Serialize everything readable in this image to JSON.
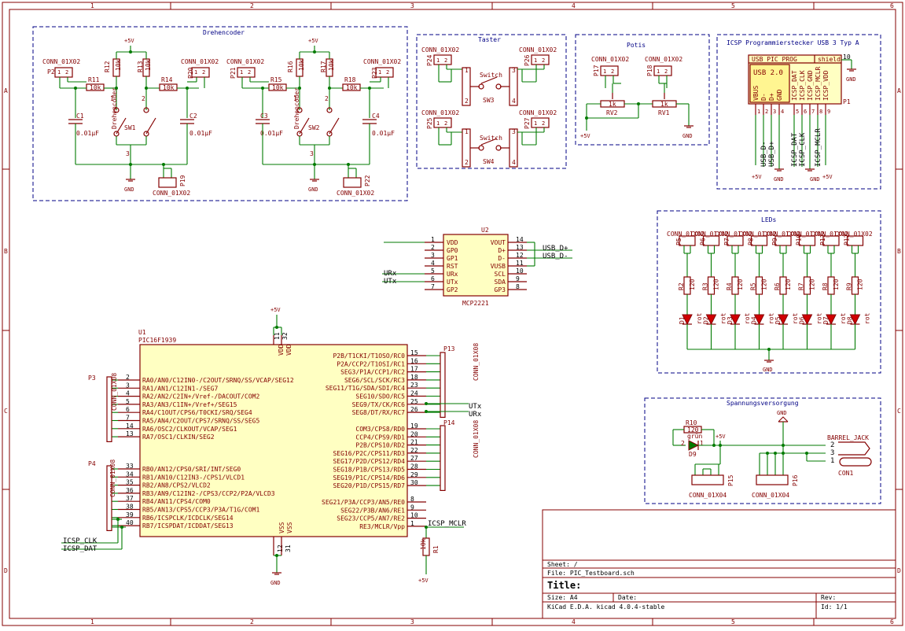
{
  "border": {
    "cols": [
      "1",
      "2",
      "3",
      "4",
      "5",
      "6"
    ],
    "rows": [
      "A",
      "B",
      "C",
      "D"
    ]
  },
  "groups": {
    "drehencoder": "Drehencoder",
    "taster": "Taster",
    "potis": "Potis",
    "icsp": "ICSP Programmierstecker USB 3 Typ A",
    "leds": "LEDs",
    "spannung": "Spannungsversorgung"
  },
  "common": {
    "conn2": "CONN_01X02",
    "conn4": "CONN_01X04",
    "conn8": "CONN_01X08",
    "gnd": "GND",
    "p5v": "+5V",
    "r10k": "10k",
    "r1k": "1k",
    "r120": "120",
    "cap": "0.01µF",
    "drehencoder": "Drehencoder",
    "switch": "Switch",
    "rot": "rot"
  },
  "enc1": {
    "p2": "P2",
    "p20": "P20",
    "p19": "P19",
    "r11": "R11",
    "r12": "R12",
    "r13": "R13",
    "r14": "R14",
    "c1": "C1",
    "c2": "C2",
    "sw": "SW1"
  },
  "enc2": {
    "p21": "P21",
    "p23": "P23",
    "p22": "P22",
    "r15": "R15",
    "r16": "R16",
    "r17": "R17",
    "r18": "R18",
    "c3": "C3",
    "c4": "C4",
    "sw": "SW2"
  },
  "taster": {
    "p24": "P24",
    "p25": "P25",
    "p26": "P26",
    "p27": "P27",
    "sw3": "SW3",
    "sw4": "SW4"
  },
  "potis": {
    "p17": "P17",
    "p18": "P18",
    "rv1": "RV1",
    "rv2": "RV2"
  },
  "icsp": {
    "prog": "USB_PIC_PROG",
    "shield": "shield",
    "usb": "USB 2.0",
    "pins": [
      "VBUS",
      "D-",
      "D+",
      "GND",
      "ICSP_DAT",
      "ICSP_CLK",
      "ICSP_GND",
      "ICSP_MCLR",
      "ICSP_VDD"
    ],
    "nums": [
      "1",
      "2",
      "3",
      "4",
      "5",
      "6",
      "7",
      "8",
      "9"
    ],
    "shieldnum": "10",
    "ref": "P1",
    "nets": [
      "USB_D-",
      "USB_D+",
      "ICSP_DAT",
      "ICSP_CLK",
      "ICSP_MCLR"
    ]
  },
  "leds": {
    "conns": [
      "P5",
      "P6",
      "P7",
      "P8",
      "P9",
      "P10",
      "P11",
      "P12"
    ],
    "res": [
      "R2",
      "R3",
      "R4",
      "R5",
      "R6",
      "R7",
      "R8",
      "R9"
    ],
    "diodes": [
      "D1",
      "D2",
      "D3",
      "D4",
      "D5",
      "D6",
      "D7",
      "D8"
    ]
  },
  "u2": {
    "ref": "U2",
    "value": "MCP2221",
    "left": [
      {
        "num": "1",
        "name": "VDD"
      },
      {
        "num": "2",
        "name": "GP0"
      },
      {
        "num": "3",
        "name": "GP1"
      },
      {
        "num": "4",
        "name": "RST"
      },
      {
        "num": "5",
        "name": "URx"
      },
      {
        "num": "6",
        "name": "UTx"
      },
      {
        "num": "7",
        "name": "GP2"
      }
    ],
    "right": [
      {
        "num": "14",
        "name": "VOUT"
      },
      {
        "num": "13",
        "name": "D+"
      },
      {
        "num": "12",
        "name": "D-"
      },
      {
        "num": "11",
        "name": "VUSB"
      },
      {
        "num": "10",
        "name": "SCL"
      },
      {
        "num": "9",
        "name": "SDA"
      },
      {
        "num": "8",
        "name": "GP3"
      }
    ],
    "net_urx": "URx",
    "net_utx": "UTx",
    "net_dp": "USB_D+",
    "net_dm": "USB_D-"
  },
  "u1": {
    "ref": "U1",
    "value": "PIC16F1939",
    "vdd": [
      {
        "num": "11",
        "name": "VDD"
      },
      {
        "num": "32",
        "name": "VDD"
      }
    ],
    "vss": [
      {
        "num": "12",
        "name": "VSS"
      },
      {
        "num": "31",
        "name": "VSS"
      }
    ],
    "left_a": [
      {
        "num": "2",
        "name": "RA0/AN0/C12IN0-/C2OUT/SRNQ/SS/VCAP/SEG12"
      },
      {
        "num": "3",
        "name": "RA1/AN1/C12IN1-/SEG7"
      },
      {
        "num": "4",
        "name": "RA2/AN2/C2IN+/Vref-/DACOUT/COM2"
      },
      {
        "num": "5",
        "name": "RA3/AN3/C1IN+/Vref+/SEG15"
      },
      {
        "num": "6",
        "name": "RA4/C1OUT/CPS6/T0CKI/SRQ/SEG4"
      },
      {
        "num": "7",
        "name": "RA5/AN4/C2OUT/CPS7/SRNQ/SS/SEG5"
      },
      {
        "num": "14",
        "name": "RA6/OSC2/CLKOUT/VCAP/SEG1"
      },
      {
        "num": "13",
        "name": "RA7/OSC1/CLKIN/SEG2"
      }
    ],
    "left_b": [
      {
        "num": "33",
        "name": "RB0/AN12/CPS0/SRI/INT/SEG0"
      },
      {
        "num": "34",
        "name": "RB1/AN10/C12IN3-/CPS1/VLCD1"
      },
      {
        "num": "35",
        "name": "RB2/AN8/CPS2/VLCD2"
      },
      {
        "num": "36",
        "name": "RB3/AN9/C12IN2-/CPS3/CCP2/P2A/VLCD3"
      },
      {
        "num": "37",
        "name": "RB4/AN11/CPS4/COM0"
      },
      {
        "num": "38",
        "name": "RB5/AN13/CPS5/CCP3/P3A/T1G/COM1"
      },
      {
        "num": "39",
        "name": "RB6/ICSPCLK/ICDCLK/SEG14"
      },
      {
        "num": "40",
        "name": "RB7/ICSPDAT/ICDDAT/SEG13"
      }
    ],
    "right_c": [
      {
        "num": "15",
        "name": "P2B/T1CKI/T1OSO/RC0"
      },
      {
        "num": "16",
        "name": "P2A/CCP2/T1OSI/RC1"
      },
      {
        "num": "17",
        "name": "SEG3/P1A/CCP1/RC2"
      },
      {
        "num": "18",
        "name": "SEG6/SCL/SCK/RC3"
      },
      {
        "num": "23",
        "name": "SEG11/T1G/SDA/SDI/RC4"
      },
      {
        "num": "24",
        "name": "SEG10/SDO/RC5"
      },
      {
        "num": "25",
        "name": "SEG9/TX/CK/RC6"
      },
      {
        "num": "26",
        "name": "SEG8/DT/RX/RC7"
      }
    ],
    "right_d": [
      {
        "num": "19",
        "name": "COM3/CPS8/RD0"
      },
      {
        "num": "20",
        "name": "CCP4/CPS9/RD1"
      },
      {
        "num": "21",
        "name": "P2B/CPS10/RD2"
      },
      {
        "num": "22",
        "name": "SEG16/P2C/CPS11/RD3"
      },
      {
        "num": "27",
        "name": "SEG17/P2D/CPS12/RD4"
      },
      {
        "num": "28",
        "name": "SEG18/P1B/CPS13/RD5"
      },
      {
        "num": "29",
        "name": "SEG19/P1C/CPS14/RD6"
      },
      {
        "num": "30",
        "name": "SEG20/P1D/CPS15/RD7"
      }
    ],
    "right_e": [
      {
        "num": "8",
        "name": "SEG21/P3A/CCP3/AN5/RE0"
      },
      {
        "num": "9",
        "name": "SEG22/P3B/AN6/RE1"
      },
      {
        "num": "10",
        "name": "SEG23/CCP5/AN7/RE2"
      },
      {
        "num": "1",
        "name": "RE3/MCLR/Vpp"
      }
    ],
    "p3": "P3",
    "p4": "P4",
    "p13": "P13",
    "p14": "P14",
    "net_clk": "ICSP_CLK",
    "net_dat": "ICSP_DAT",
    "net_mclr": "ICSP_MCLR",
    "net_utx": "UTx",
    "net_urx": "URx",
    "r1": "R1",
    "r1v": "10k"
  },
  "power": {
    "r10": "R10",
    "d9": "D9",
    "gruen": "grün",
    "barrel": "BARREL_JACK",
    "con1": "CON1",
    "p15": "P15",
    "p16": "P16"
  },
  "title_block": {
    "sheet": "Sheet: /",
    "file": "File: PIC_Testboard.sch",
    "title": "Title:",
    "size": "Size: A4",
    "date": "Date:",
    "rev": "Rev:",
    "tool": "KiCad E.D.A.  kicad 4.0.4-stable",
    "id": "Id: 1/1"
  }
}
